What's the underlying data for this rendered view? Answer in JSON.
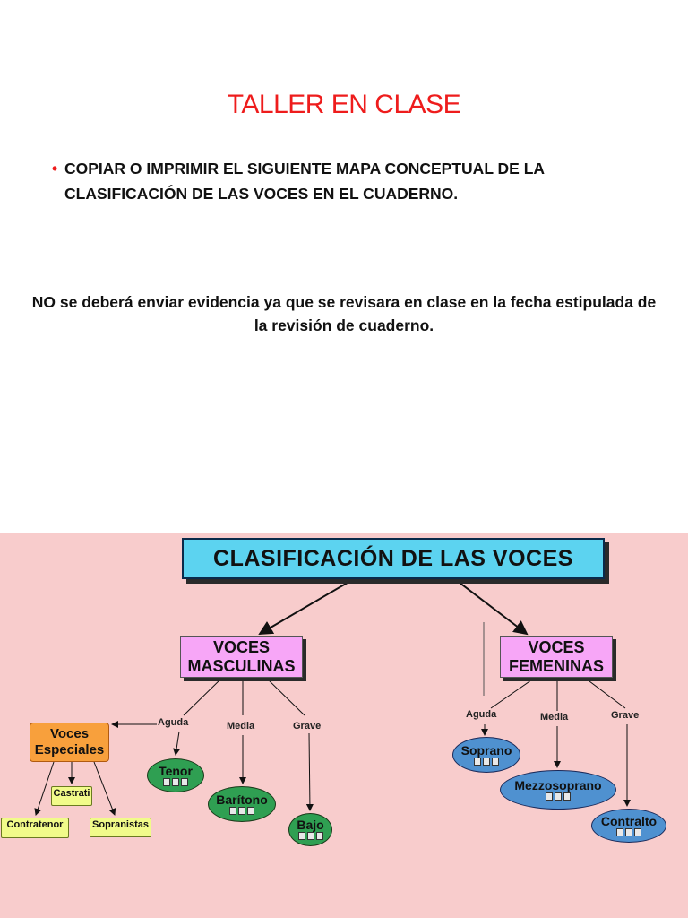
{
  "slide": {
    "title": "TALLER EN CLASE",
    "bullet": "COPIAR O IMPRIMIR EL SIGUIENTE MAPA CONCEPTUAL DE LA CLASIFICACIÓN DE LAS VOCES EN EL CUADERNO.",
    "bullet_marker": "•",
    "note": "NO se deberá enviar evidencia ya que se revisara en clase en la fecha estipulada de la revisión de cuaderno."
  },
  "concept_map": {
    "root": "CLASIFICACIÓN DE LAS VOCES",
    "masculinas": {
      "label_line1": "VOCES",
      "label_line2": "MASCULINAS",
      "levels": {
        "aguda": "Aguda",
        "media": "Media",
        "grave": "Grave"
      },
      "voices": {
        "tenor": "Tenor",
        "baritono": "Barítono",
        "bajo": "Bajo"
      }
    },
    "femeninas": {
      "label_line1": "VOCES",
      "label_line2": "FEMENINAS",
      "levels": {
        "aguda": "Aguda",
        "media": "Media",
        "grave": "Grave"
      },
      "voices": {
        "soprano": "Soprano",
        "mezzo": "Mezzosoprano",
        "contralto": "Contralto"
      }
    },
    "especiales": {
      "label_line1": "Voces",
      "label_line2": "Especiales",
      "castrati": "Castrati",
      "contratenor": "Contratenor",
      "sopranistas": "Sopranistas"
    },
    "colors": {
      "background": "#f8cccc",
      "root_box": "#5cd3f0",
      "category_box": "#f7a6f7",
      "special_box": "#f8a03c",
      "sub_box": "#f1fb8a",
      "male_oval": "#2f9f52",
      "female_oval": "#4f91d0",
      "title_red": "#ee1c1c"
    }
  }
}
